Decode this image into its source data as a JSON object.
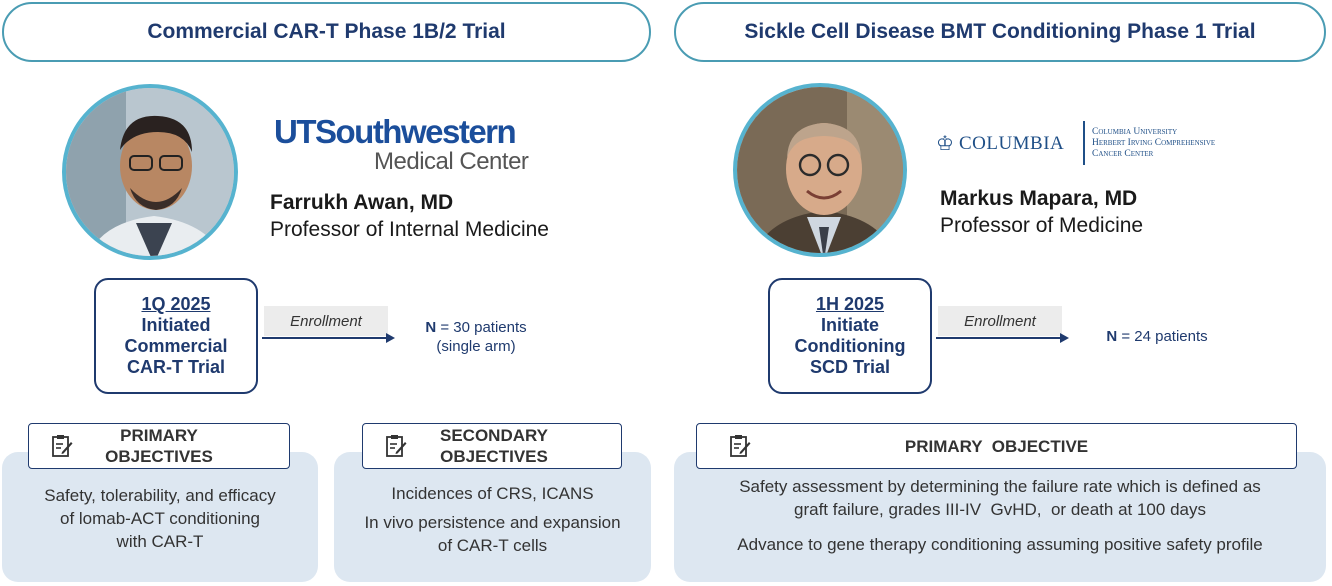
{
  "left": {
    "header": "Commercial CAR-T Phase 1B/2 Trial",
    "logo": {
      "line1": "UTSouthwestern",
      "line2": "Medical Center"
    },
    "person": {
      "name": "Farrukh Awan, MD",
      "title": "Professor of Internal Medicine"
    },
    "milestone": {
      "date": "1Q 2025",
      "line1": "Initiated",
      "line2": "Commercial",
      "line3": "CAR-T Trial"
    },
    "enrollment_label": "Enrollment",
    "n_prefix": "N",
    "n_value": " = 30 patients",
    "n_note": "(single arm)",
    "primary": {
      "line1": "PRIMARY",
      "line2": "OBJECTIVES",
      "text1": "Safety, tolerability, and efficacy",
      "text2": "of lomab-ACT conditioning",
      "text3": "with CAR-T"
    },
    "secondary": {
      "line1": "SECONDARY",
      "line2": "OBJECTIVES",
      "text1": "Incidences of CRS, ICANS",
      "text2": "In vivo persistence and expansion",
      "text3": "of CAR-T cells"
    }
  },
  "right": {
    "header": "Sickle Cell Disease BMT Conditioning Phase 1 Trial",
    "logo": {
      "name": "COLUMBIA",
      "sub1": "Columbia University",
      "sub2": "Herbert Irving Comprehensive",
      "sub3": "Cancer Center"
    },
    "person": {
      "name": "Markus Mapara, MD",
      "title": "Professor of Medicine"
    },
    "milestone": {
      "date": "1H 2025",
      "line1": "Initiate",
      "line2": "Conditioning",
      "line3": "SCD Trial"
    },
    "enrollment_label": "Enrollment",
    "n_prefix": "N",
    "n_value": " = 24 patients",
    "primary": {
      "label": "PRIMARY  OBJECTIVE",
      "text1": "Safety assessment by determining the failure rate which is defined as",
      "text2": "graft failure, grades III-IV  GvHD,  or death at 100 days",
      "text3": "Advance to gene therapy conditioning assuming positive safety profile"
    }
  },
  "colors": {
    "navy": "#1f3a6e",
    "teal": "#4a9cb3",
    "panel": "#dde7f1",
    "ut_blue": "#1b4e9b"
  }
}
